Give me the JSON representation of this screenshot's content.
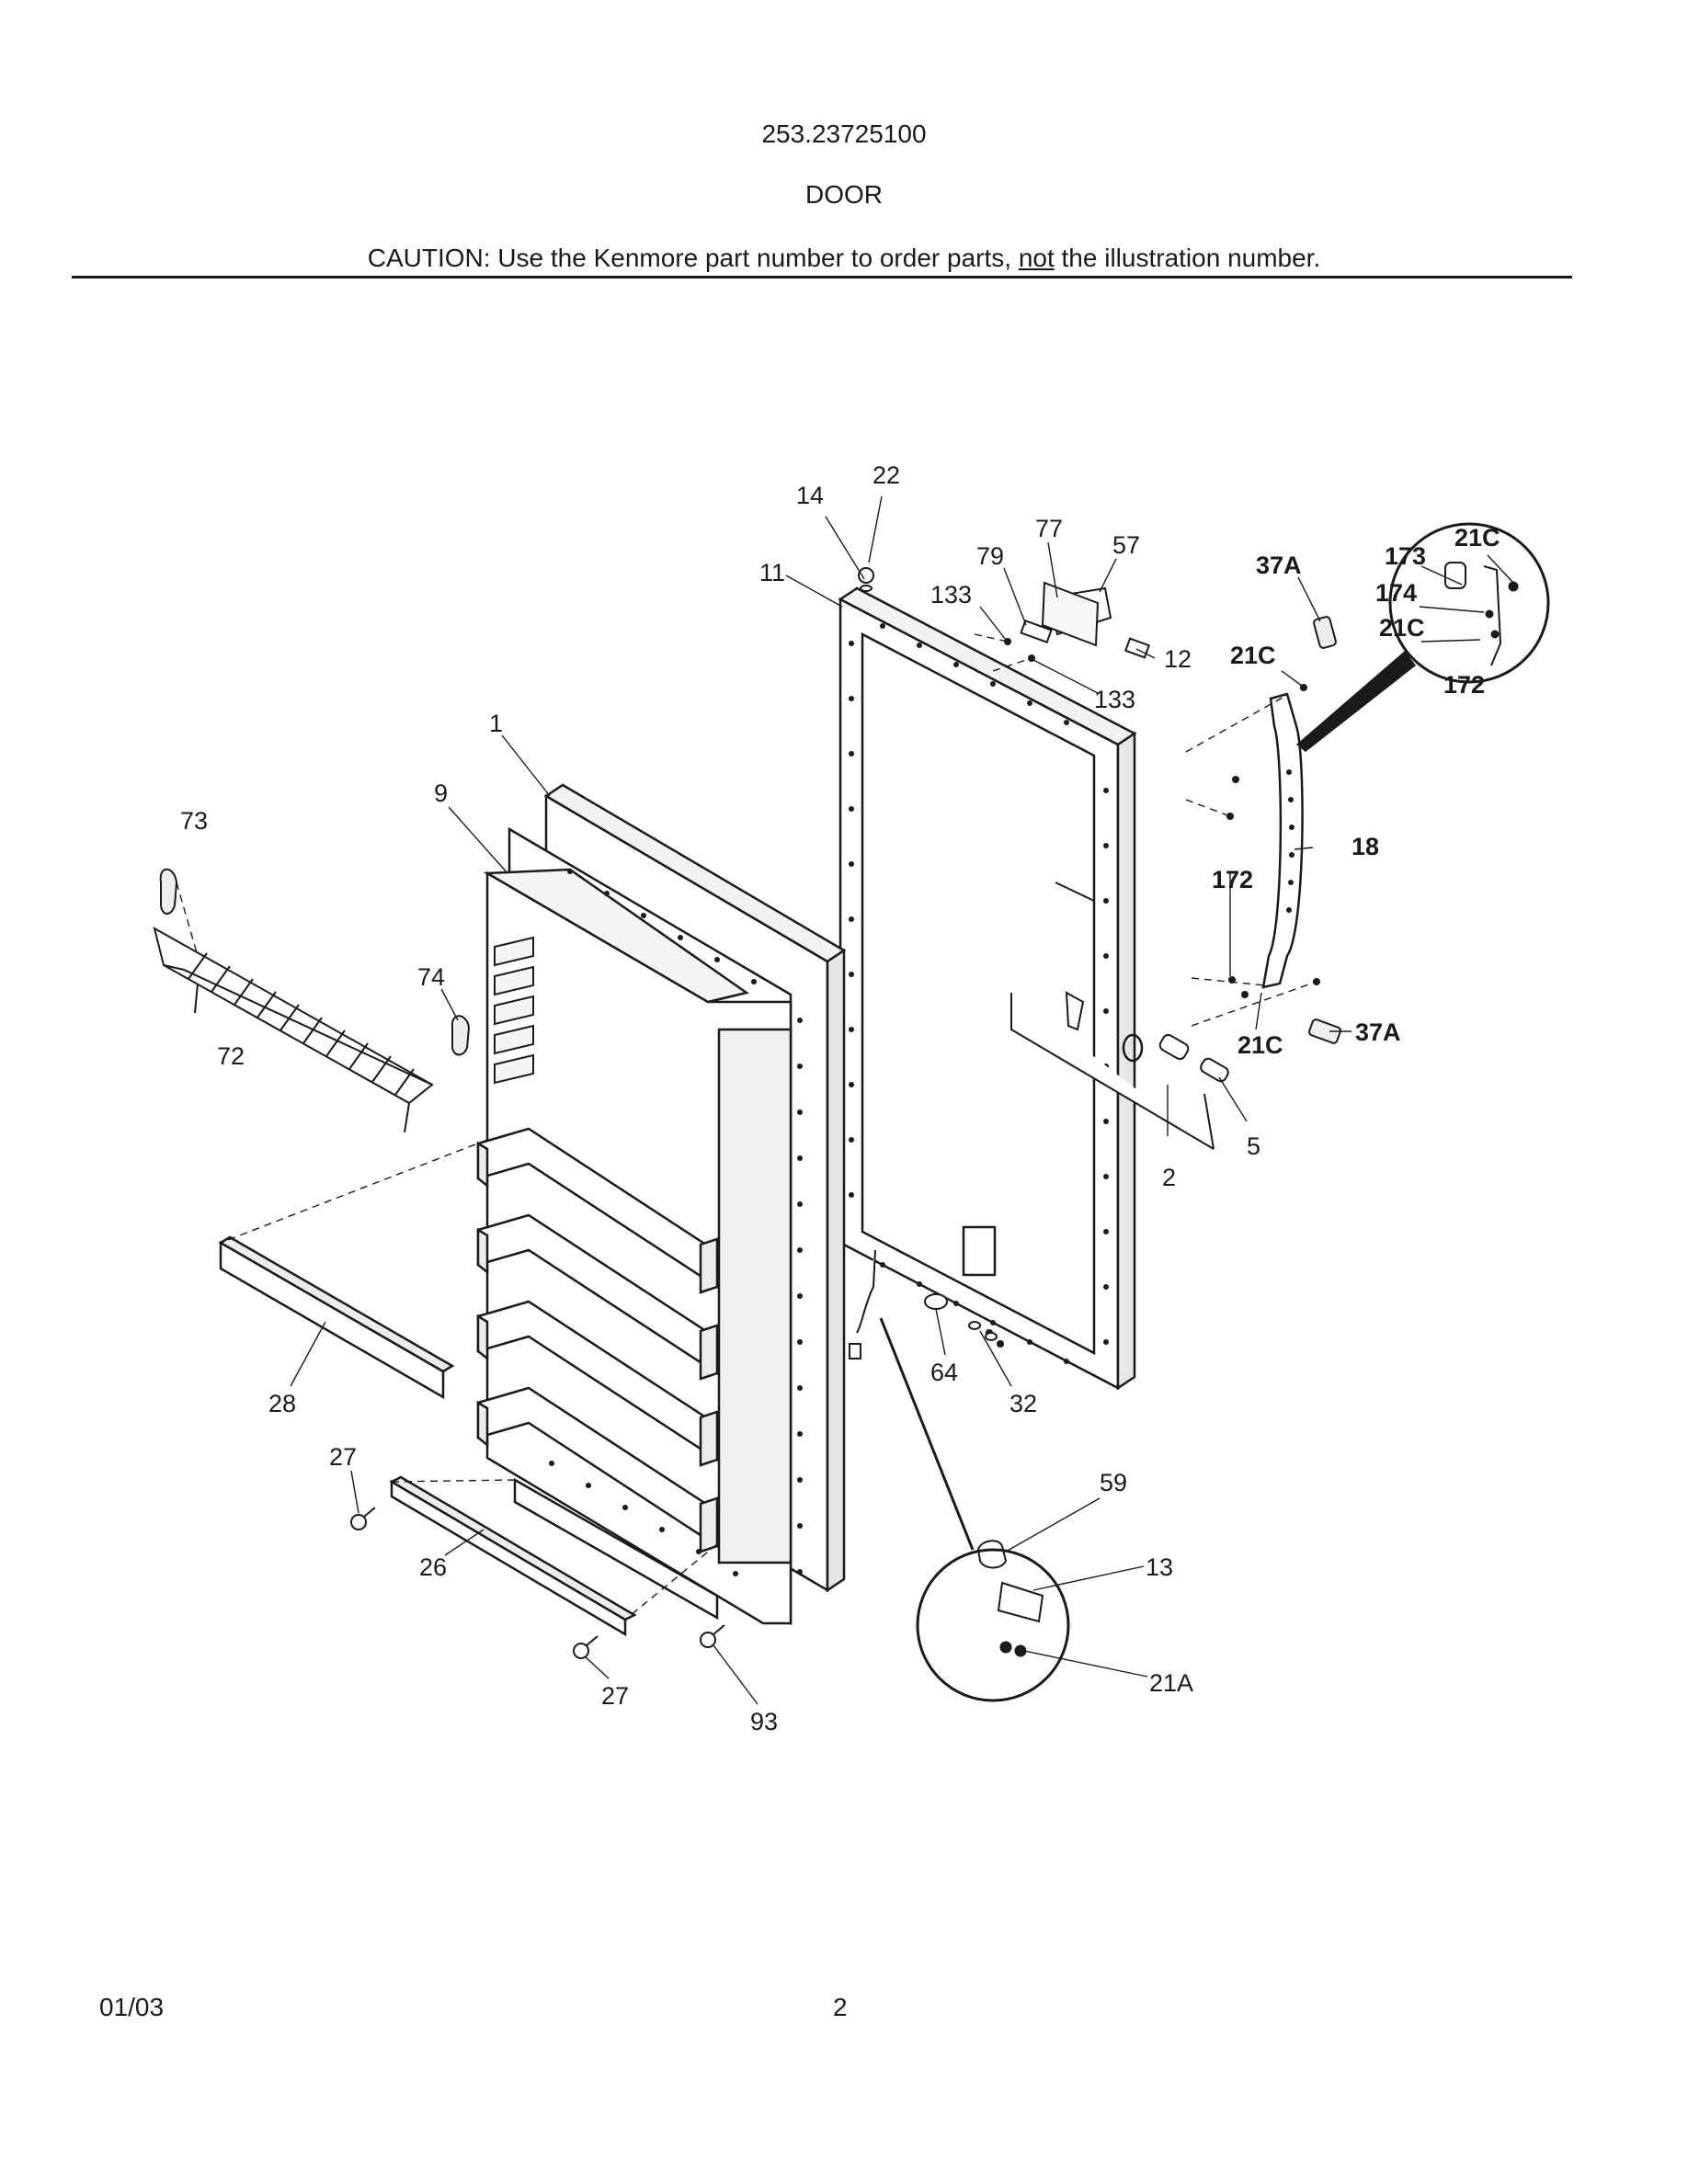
{
  "header": {
    "model_number": "253.23725100",
    "section": "DOOR",
    "caution_prefix": "CAUTION: Use the Kenmore part number to order parts, ",
    "caution_emphasis": "not",
    "caution_suffix": " the illustration number."
  },
  "callouts": [
    "22",
    "14",
    "11",
    "77",
    "79",
    "57",
    "133",
    "12",
    "133",
    "37A",
    "173",
    "21C",
    "174",
    "21C",
    "172",
    "21C",
    "1",
    "9",
    "73",
    "18",
    "172",
    "74",
    "72",
    "21C",
    "37A",
    "5",
    "2",
    "28",
    "64",
    "32",
    "27",
    "59",
    "13",
    "26",
    "21A",
    "27",
    "93"
  ],
  "footer": {
    "date": "01/03",
    "page": "2"
  }
}
